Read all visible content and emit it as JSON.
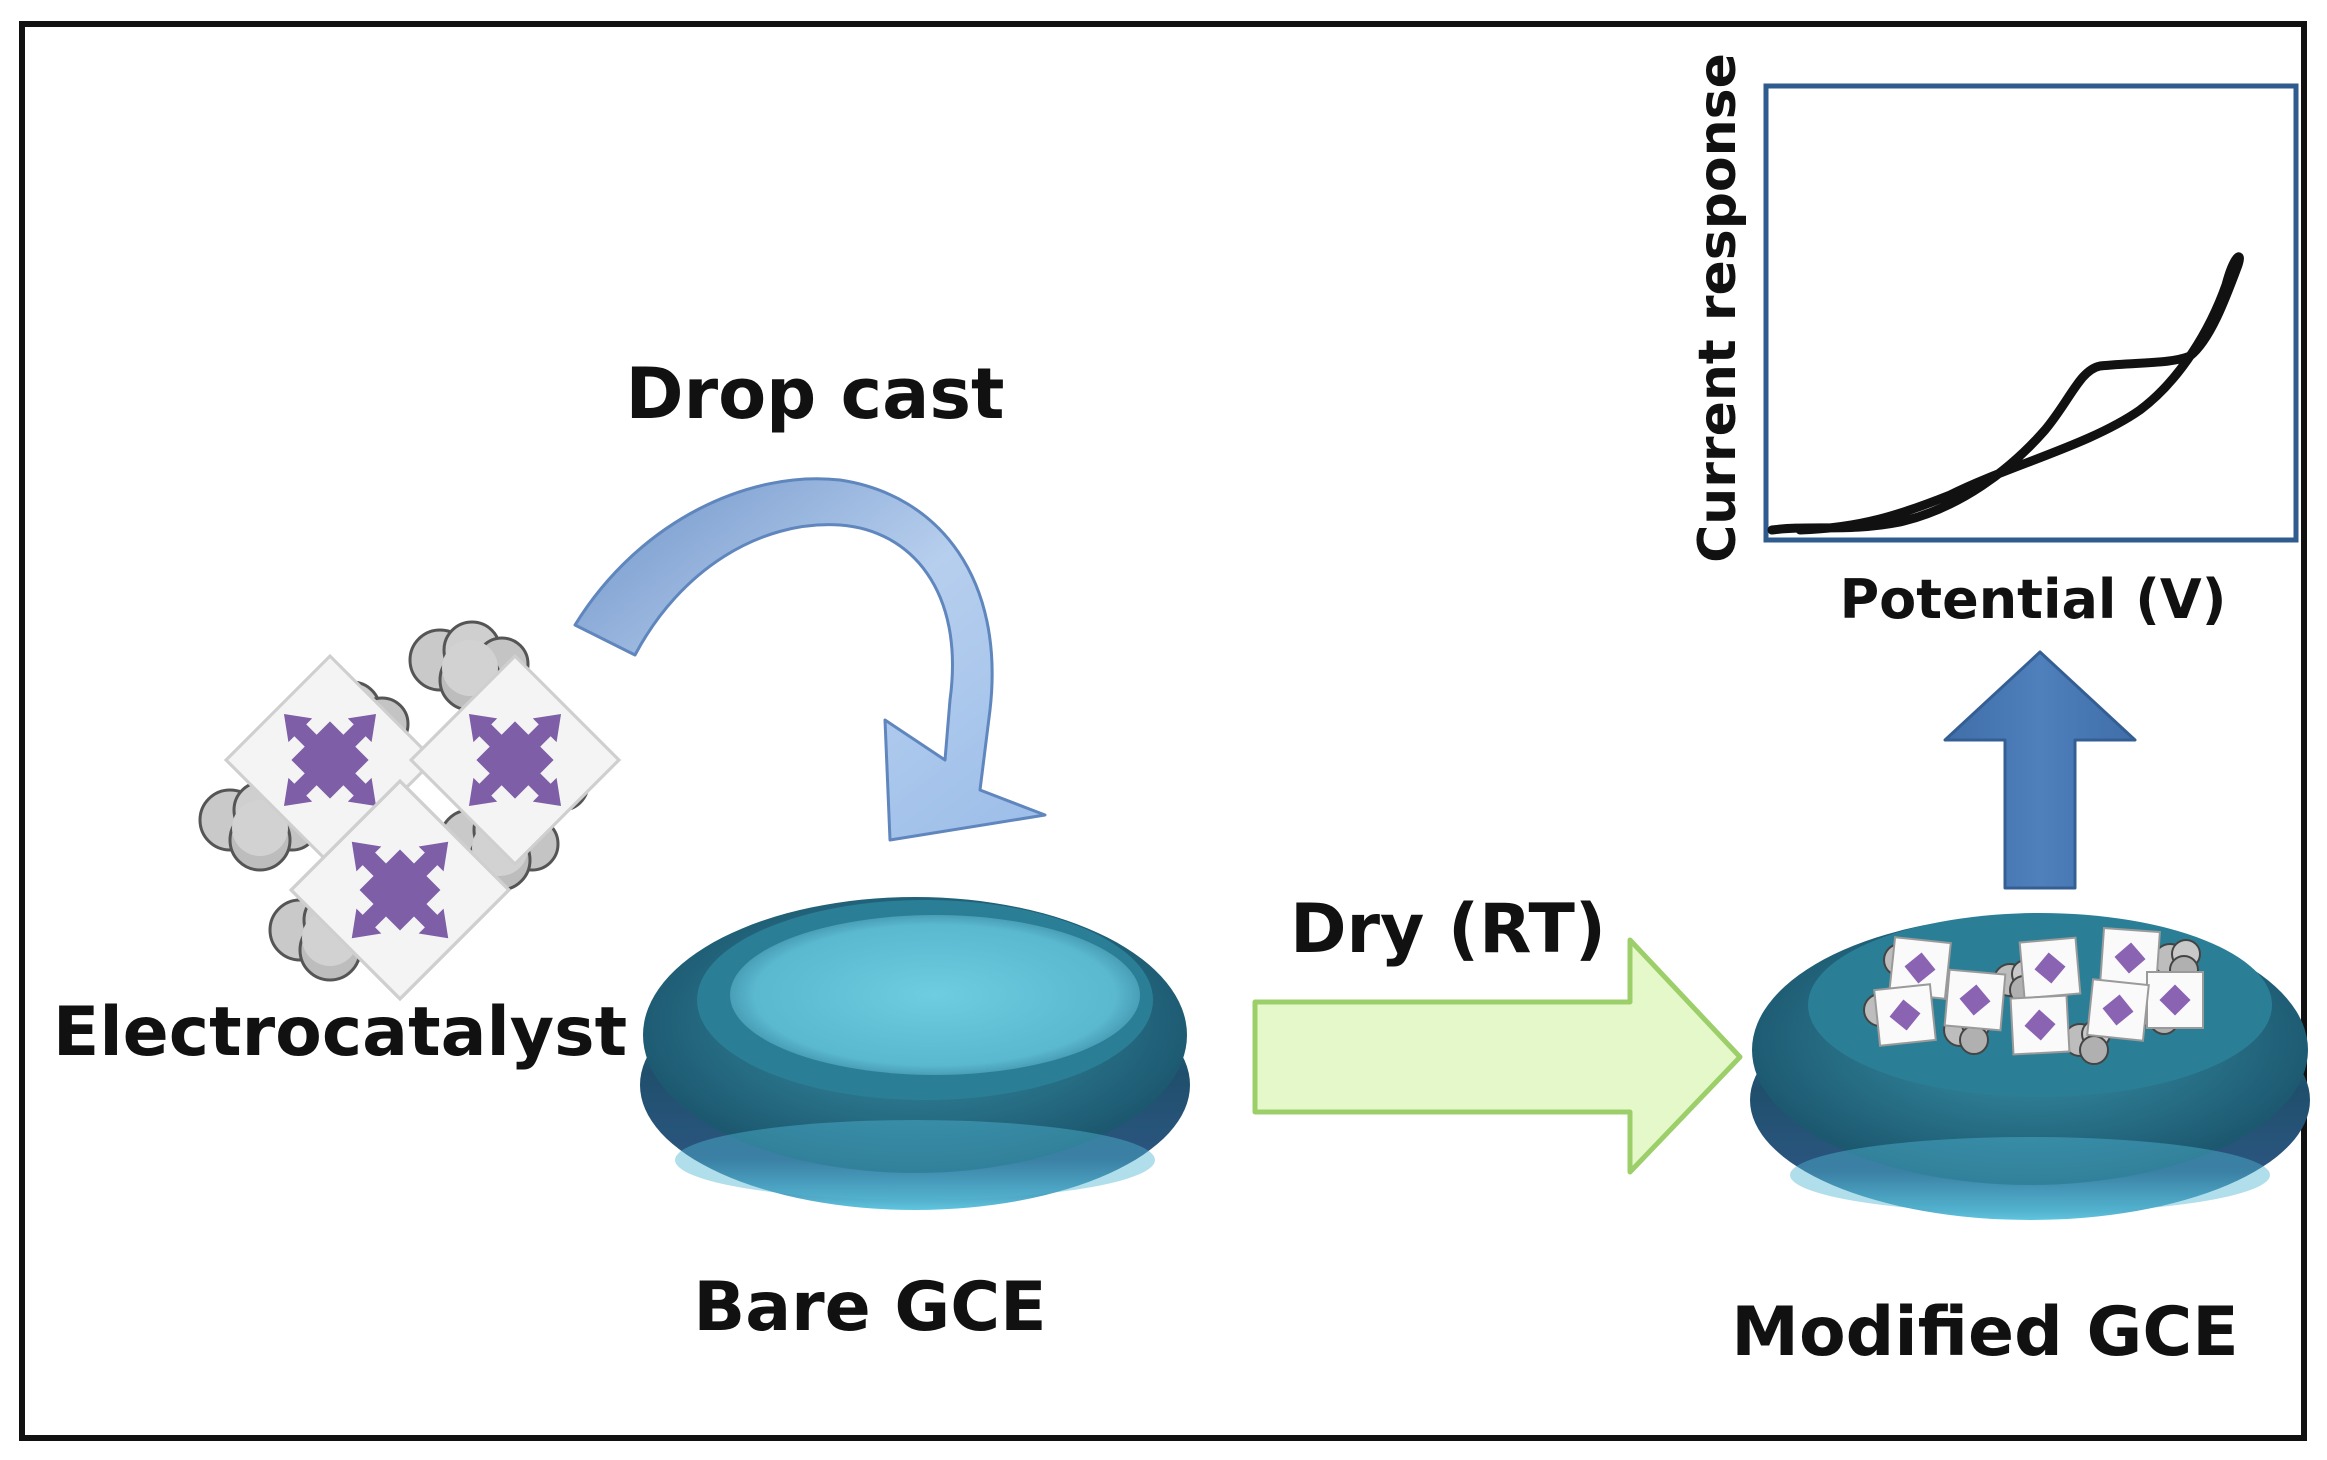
{
  "labels": {
    "drop_cast": "Drop cast",
    "electrocatalyst": "Electrocatalyst",
    "bare_gce": "Bare GCE",
    "dry_rt": "Dry (RT)",
    "modified_gce": "Modified GCE"
  },
  "plot": {
    "ylabel": "Current response",
    "xlabel": "Potential (V)"
  },
  "colors": {
    "frame": "#111111",
    "curved_arrow": "#8fb3e0",
    "dry_arrow_fill": "#e5f8c9",
    "dry_arrow_stroke": "#9ccf6a",
    "up_arrow": "#4a79b4",
    "plot_border": "#2f5b8f",
    "electrode_body": "#2a6e86",
    "electrode_surface": "#62c1d6",
    "catalyst_purple": "#7e5ea6",
    "cloud_gray": "#c8c8c8"
  },
  "icons": {
    "catalyst": "catalyst-cluster-icon",
    "electrode": "electrode-disk-icon"
  }
}
